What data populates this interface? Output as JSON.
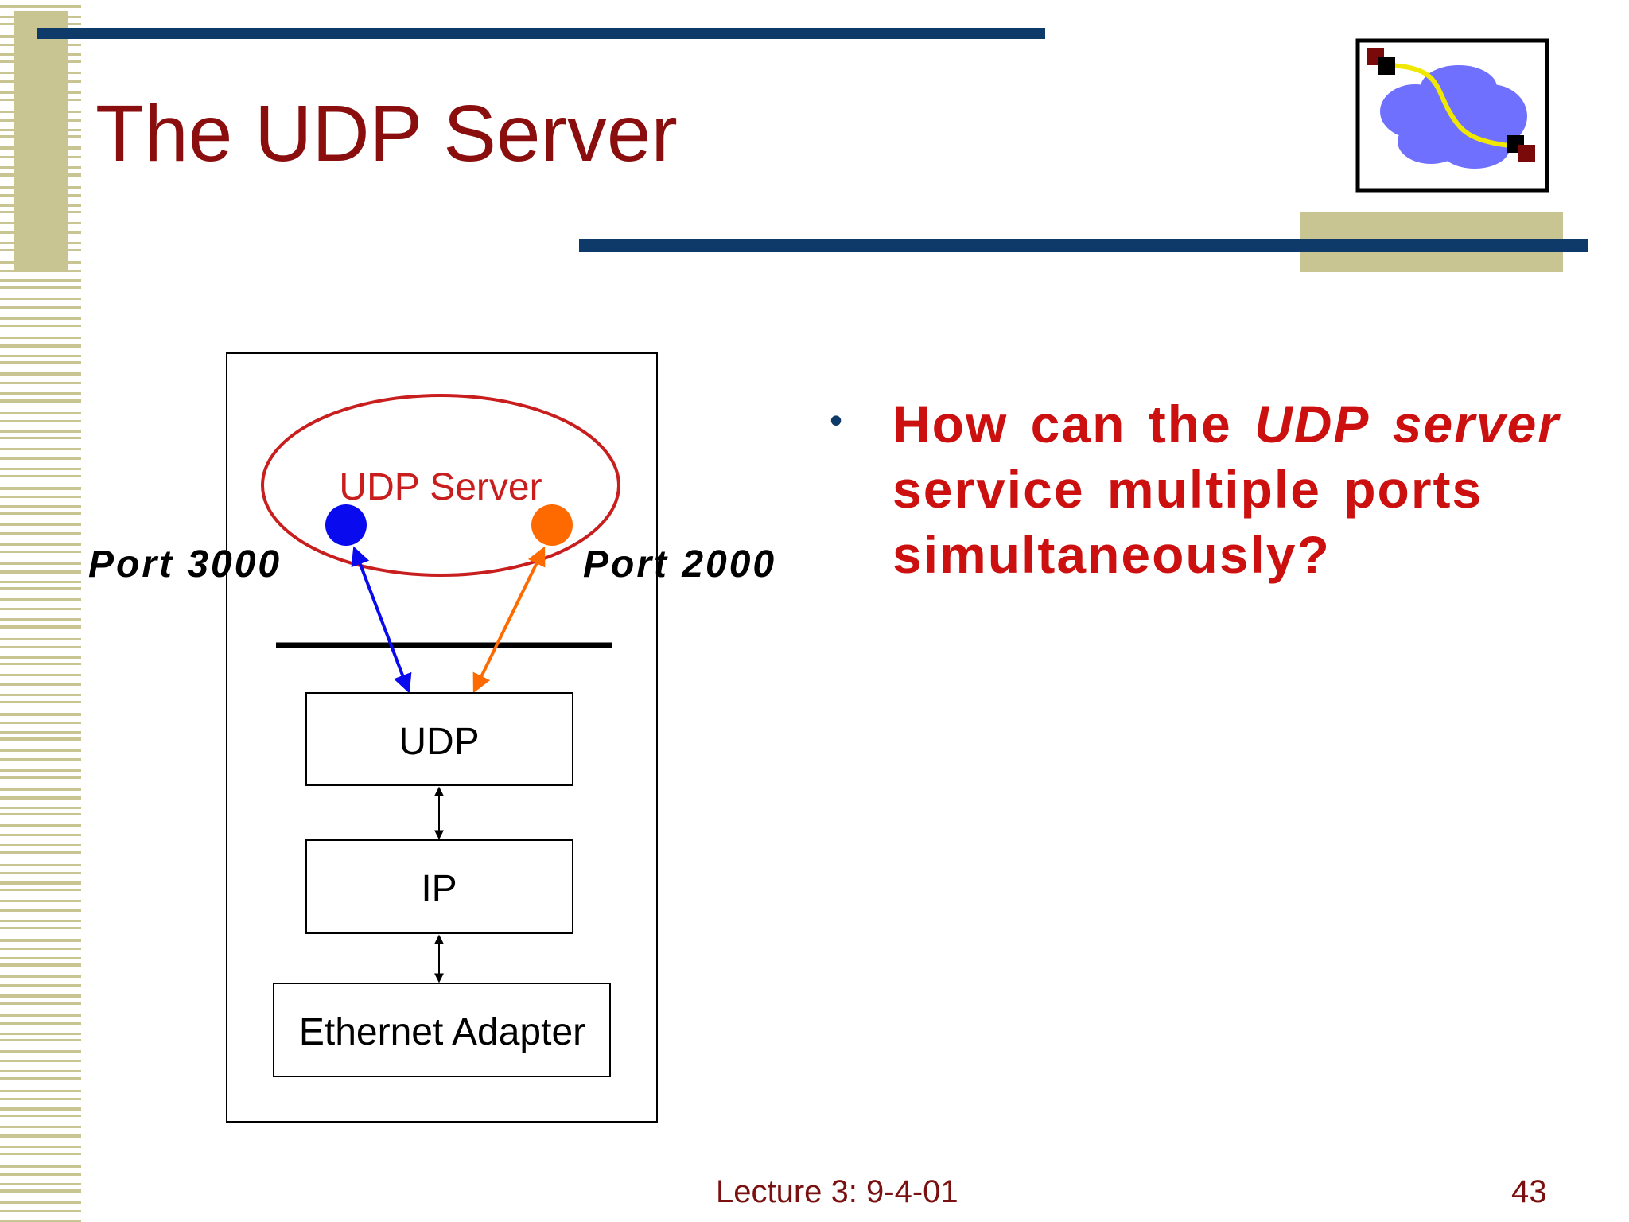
{
  "slide": {
    "title": "The UDP Server",
    "bullet": {
      "pre": "How can the ",
      "em1": "UDP",
      "mid": " ",
      "em2": "server",
      "post": " service multiple ports simultaneously?"
    },
    "footer_left": "Lecture 3: 9-4-01",
    "page_number": "43"
  },
  "diagram": {
    "ellipse_label": "UDP Server",
    "port_left": "Port 3000",
    "port_right": "Port 2000",
    "boxes": [
      "UDP",
      "IP",
      "Ethernet Adapter"
    ]
  },
  "colors": {
    "title": "#8b0e0e",
    "bullet_text": "#cc1010",
    "navy_bar": "#0e3a6a",
    "tan": "#c8c592",
    "ellipse": "#c81e1e",
    "port_blue": "#0a0aee",
    "port_orange": "#ff6a00",
    "cloud": "#7070ff",
    "link": "#f0e800"
  },
  "icons": [
    "network-cloud-logo-icon",
    "bullet-dot-icon"
  ]
}
